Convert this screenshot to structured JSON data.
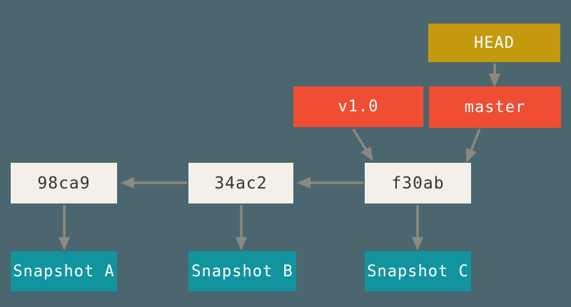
{
  "diagram": {
    "title": "git-commit-history-diagram",
    "background_color": "#4B666E",
    "arrow_color": "#8D897E",
    "nodes": {
      "head": {
        "label": "HEAD",
        "type": "pointer",
        "color": "#C5990E",
        "text_color": "#FFFFFF"
      },
      "v1_0": {
        "label": "v1.0",
        "type": "tag",
        "color": "#F04E32",
        "text_color": "#FFFFFF"
      },
      "master": {
        "label": "master",
        "type": "branch",
        "color": "#F04E32",
        "text_color": "#FFFFFF"
      },
      "c98ca9": {
        "label": "98ca9",
        "type": "commit",
        "color": "#F2F0E9",
        "text_color": "#3A352D"
      },
      "c34ac2": {
        "label": "34ac2",
        "type": "commit",
        "color": "#F2F0E9",
        "text_color": "#3A352D"
      },
      "cf30ab": {
        "label": "f30ab",
        "type": "commit",
        "color": "#F2F0E9",
        "text_color": "#3A352D"
      },
      "snapshot_a": {
        "label": "Snapshot A",
        "type": "snapshot",
        "color": "#12949E",
        "text_color": "#FFFFFF"
      },
      "snapshot_b": {
        "label": "Snapshot B",
        "type": "snapshot",
        "color": "#12949E",
        "text_color": "#FFFFFF"
      },
      "snapshot_c": {
        "label": "Snapshot C",
        "type": "snapshot",
        "color": "#12949E",
        "text_color": "#FFFFFF"
      }
    },
    "edges": [
      {
        "from": "HEAD",
        "to": "master"
      },
      {
        "from": "v1.0",
        "to": "f30ab"
      },
      {
        "from": "master",
        "to": "f30ab"
      },
      {
        "from": "f30ab",
        "to": "34ac2"
      },
      {
        "from": "34ac2",
        "to": "98ca9"
      },
      {
        "from": "98ca9",
        "to": "Snapshot A"
      },
      {
        "from": "34ac2",
        "to": "Snapshot B"
      },
      {
        "from": "f30ab",
        "to": "Snapshot C"
      }
    ]
  }
}
